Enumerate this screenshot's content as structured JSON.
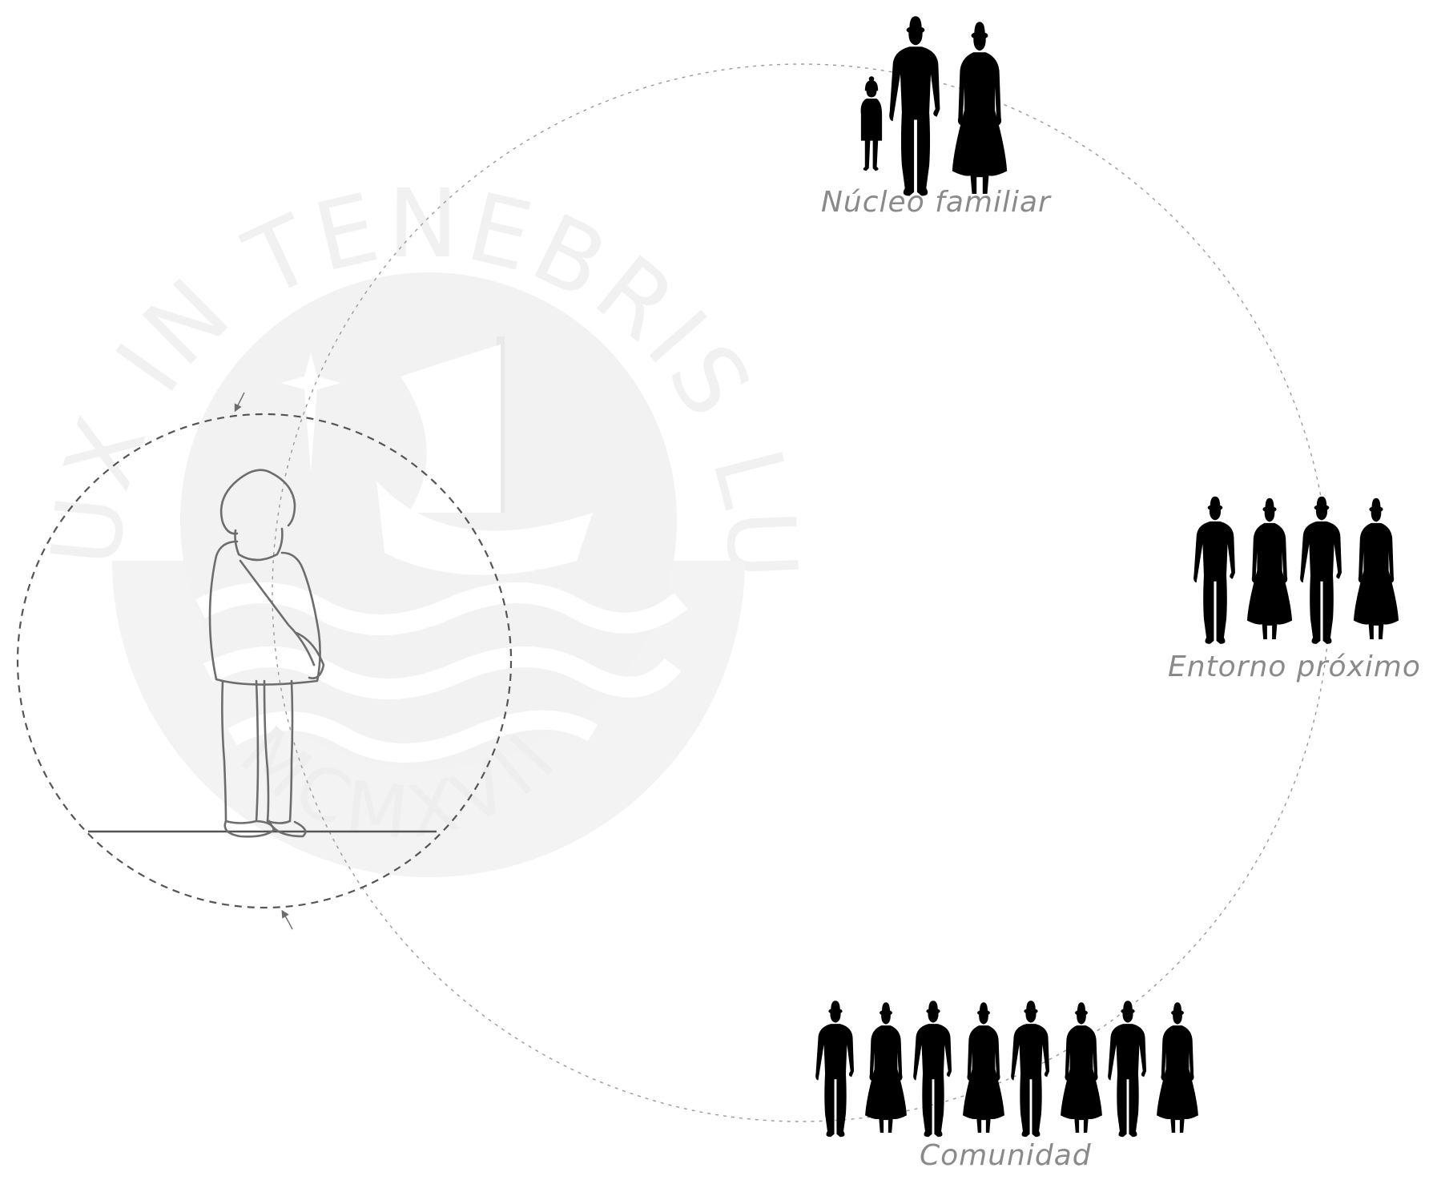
{
  "watermark": {
    "motto": "ET LUX IN TENEBRIS LUCET",
    "year": "MCMXVII"
  },
  "levels": {
    "nucleo": "Núcleo familiar",
    "entorno": "Entorno próximo",
    "comunidad": "Comunidad"
  },
  "colors": {
    "watermark": "#f1f1f1",
    "line": "#6d6d6d",
    "label": "#8a8a8a"
  },
  "icons": [
    "child-figure-icon",
    "family-icon",
    "people-group-icon",
    "community-group-icon"
  ]
}
